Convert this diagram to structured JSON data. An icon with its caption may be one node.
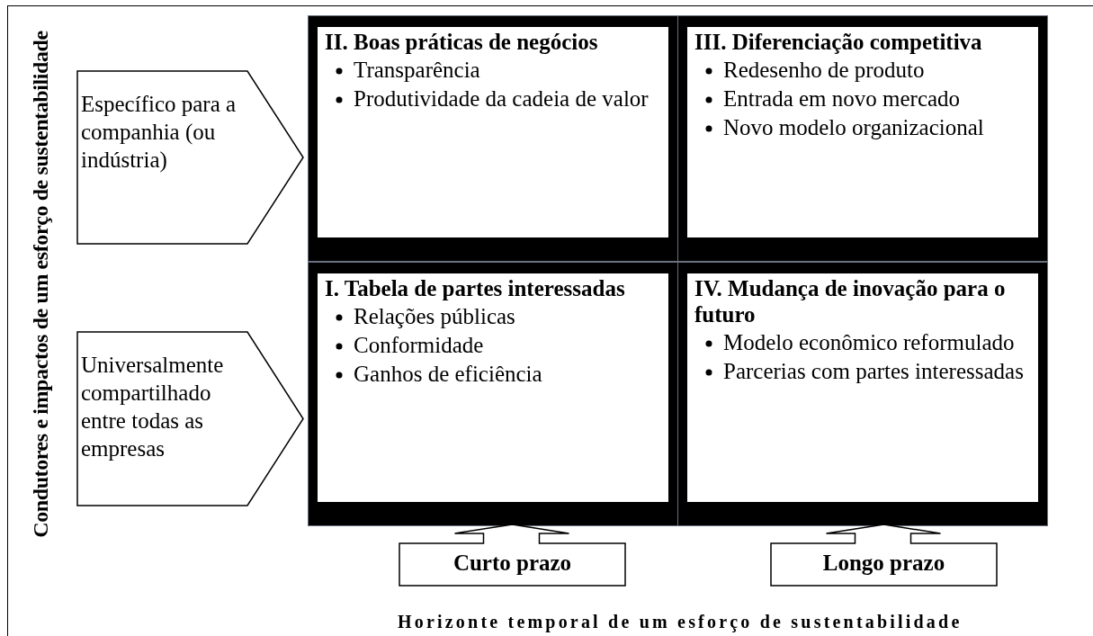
{
  "diagram": {
    "nodes": [
      {
        "text": [
          "Específico para a companhia (ou indústria)"
        ]
      },
      {
        "text": [
          "Universalmente compartilhado entre todas as empresas"
        ]
      },
      {
        "text": [
          "II. Boas práticas de negócios",
          "Transparência",
          "Produtividade da cadeia de valor"
        ]
      },
      {
        "text": [
          "III. Diferenciação competitiva",
          "Redesenho de produto",
          "Entrada em novo mercado",
          "Novo modelo organizacional"
        ]
      },
      {
        "text": [
          "I. Tabela de partes interessadas",
          "Relações públicas",
          "Conformidade",
          "Ganhos de eficiência"
        ]
      },
      {
        "text": [
          "IV. Mudança de inovação para o futuro",
          "Modelo econômico reformulado",
          "Parcerias com partes interessadas"
        ]
      },
      {
        "text": [
          "Curto prazo"
        ]
      },
      {
        "text": [
          "Longo prazo"
        ]
      }
    ],
    "labels": [
      "Condutores e impactos de um esforço de sustentabilidade",
      "Horizonte temporal de um esforço de sustentabilidade"
    ]
  }
}
